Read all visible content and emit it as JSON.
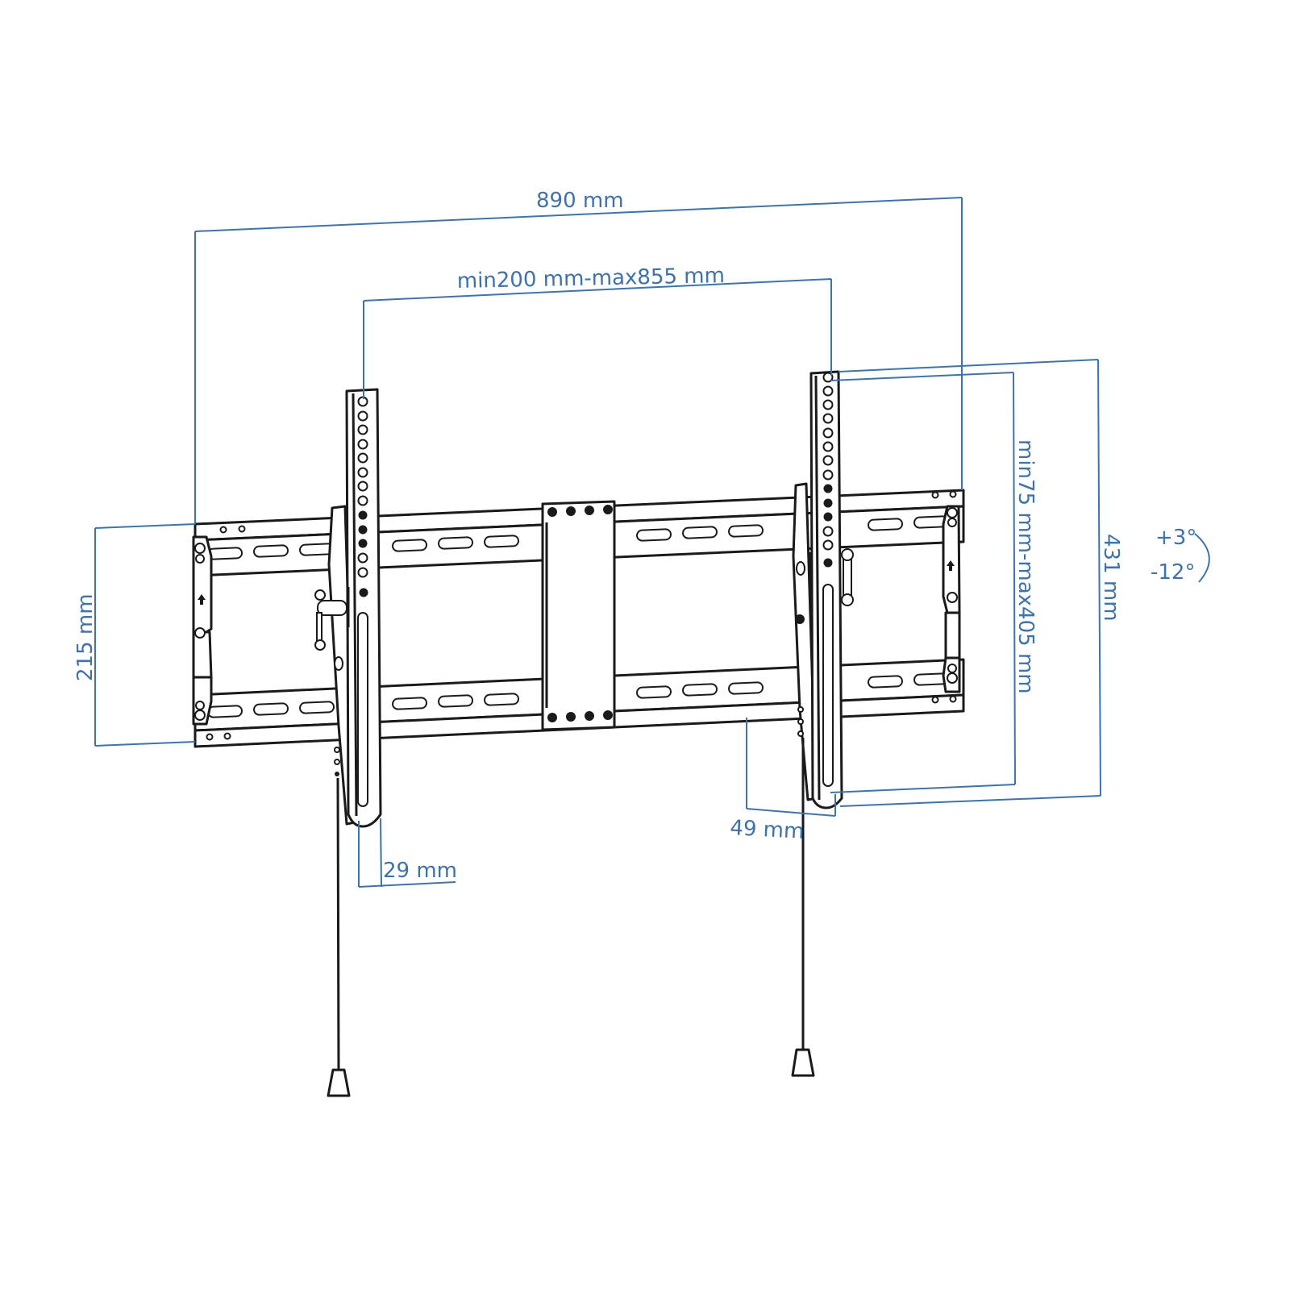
{
  "diagram": {
    "subject": "Tilting TV wall mount bracket",
    "colors": {
      "dimension": "#3f73a8",
      "ink": "#1a1a1a",
      "background": "#ffffff"
    },
    "dimensions": {
      "overall_width": "890 mm",
      "vesa_horizontal": "min200 mm-max855 mm",
      "vesa_vertical": "min75 mm-max405 mm",
      "arm_height": "431 mm",
      "wall_plate_height": "215 mm",
      "arm_width": "29 mm",
      "wall_distance": "49 mm"
    },
    "tilt": {
      "up": "+3°",
      "down": "-12°"
    },
    "components": [
      "wall-plate",
      "left-mounting-arm",
      "right-mounting-arm",
      "center-reinforcement-plate",
      "left-pull-cord",
      "right-pull-cord",
      "tilt-adjust-knob"
    ]
  }
}
